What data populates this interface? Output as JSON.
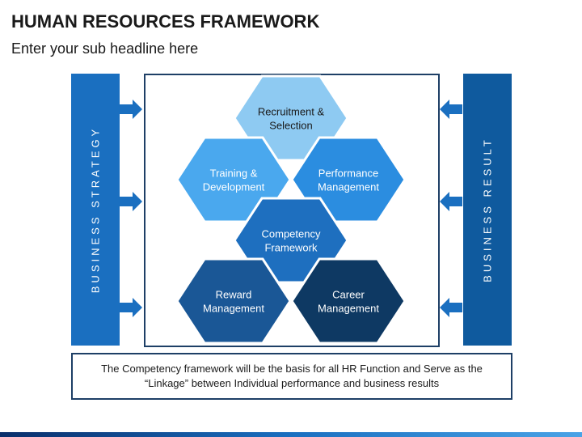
{
  "header": {
    "title": "HUMAN RESOURCES FRAMEWORK",
    "subtitle": "Enter your sub headline here"
  },
  "left_bar": {
    "label": "BUSINESS STRATEGY",
    "color": "#1a6fc0"
  },
  "right_bar": {
    "label": "BUSINESS RESULT",
    "color": "#0f5a9e"
  },
  "hexagons": [
    {
      "name": "hex-recruitment",
      "lines": [
        "Recruitment &",
        "Selection"
      ],
      "fill": "#8ecaf2",
      "text_color": "#1a1a1a"
    },
    {
      "name": "hex-training",
      "lines": [
        "Training &",
        "Development"
      ],
      "fill": "#4aa8ee",
      "text_color": "#ffffff"
    },
    {
      "name": "hex-performance",
      "lines": [
        "Performance",
        "Management"
      ],
      "fill": "#2b8de0",
      "text_color": "#ffffff"
    },
    {
      "name": "hex-competency",
      "lines": [
        "Competency",
        "Framework"
      ],
      "fill": "#1e6fbf",
      "text_color": "#ffffff"
    },
    {
      "name": "hex-reward",
      "lines": [
        "Reward",
        "Management"
      ],
      "fill": "#1a5796",
      "text_color": "#ffffff"
    },
    {
      "name": "hex-career",
      "lines": [
        "Career",
        "Management"
      ],
      "fill": "#0e3963",
      "text_color": "#ffffff"
    }
  ],
  "footer": {
    "text": "The Competency framework will be the basis for all HR Function and Serve as the “Linkage” between Individual performance and business results"
  },
  "colors": {
    "frame": "#1e3f66",
    "arrow": "#1a6fc0"
  }
}
